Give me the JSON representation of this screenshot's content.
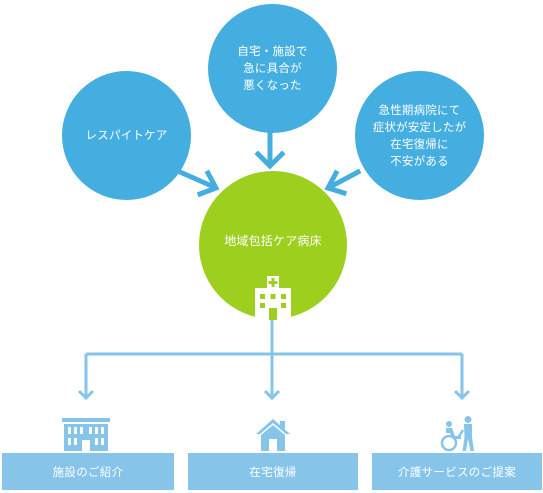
{
  "circles": {
    "respite": "レスパイトケア",
    "home_worse": "自宅・施設で\n急に具合が\n悪くなった",
    "acute": "急性期病院にて\n症状が安定したが\n在宅復帰に\n不安がある",
    "center": "地域包括ケア病床"
  },
  "buttons": {
    "facilities": "施設のご紹介",
    "home_return": "在宅復帰",
    "care_services": "介護サービスのご提案"
  },
  "colors": {
    "circle_blue": "#45aee0",
    "circle_green": "#9ccf1e",
    "arrow_blue": "#45aee0",
    "line_light_blue": "#86c4ea",
    "button_blue": "#86c4ea"
  },
  "icons": {
    "center": "hospital-icon",
    "facilities": "building-icon",
    "home_return": "house-icon",
    "care_services": "wheelchair-caregiver-icon"
  }
}
